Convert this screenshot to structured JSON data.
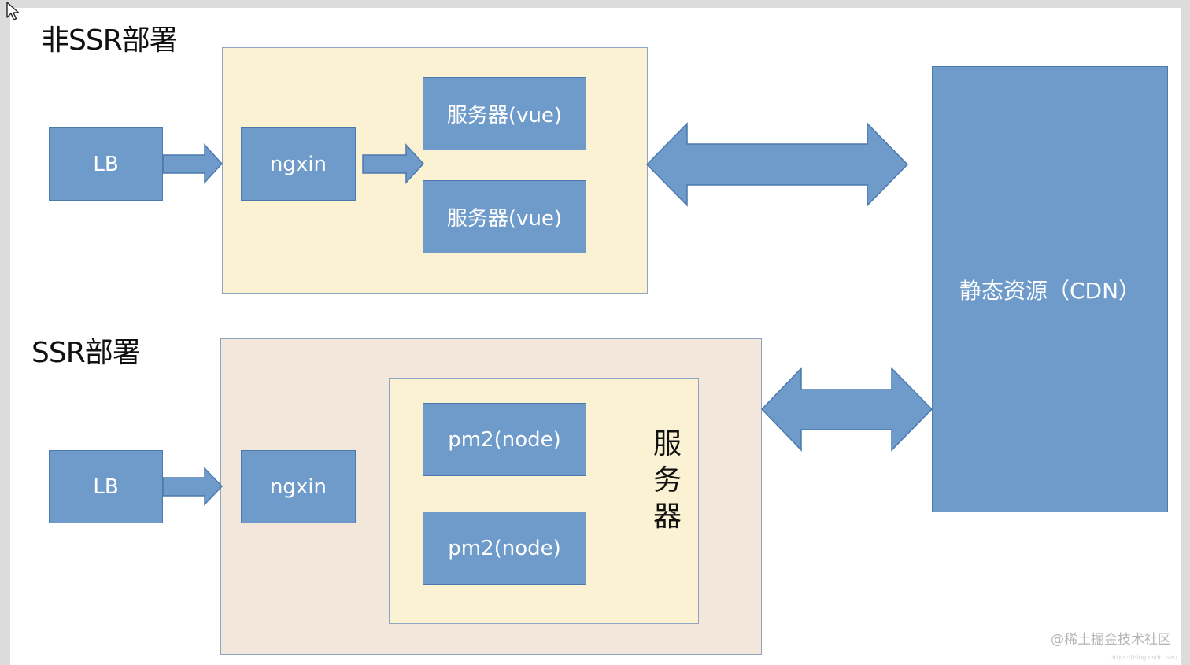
{
  "top_section": {
    "title": "非SSR部署",
    "lb_label": "LB",
    "nginx_label": "ngxin",
    "servers": [
      "服务器(vue)",
      "服务器(vue)"
    ]
  },
  "bottom_section": {
    "title": "SSR部署",
    "lb_label": "LB",
    "nginx_label": "ngxin",
    "server_group_label": [
      "服",
      "务",
      "器"
    ],
    "processes": [
      "pm2(node)",
      "pm2(node)"
    ]
  },
  "cdn": {
    "label": "静态资源（CDN）"
  },
  "watermark": {
    "text": "@稀土掘金技术社区",
    "url": "https://blog.csdn.net/"
  },
  "colors": {
    "box_fill": "#6f9bcb",
    "box_border": "#4c79ae",
    "yellow_panel": "#fbf1d3",
    "peach_panel": "#f3e6da"
  }
}
